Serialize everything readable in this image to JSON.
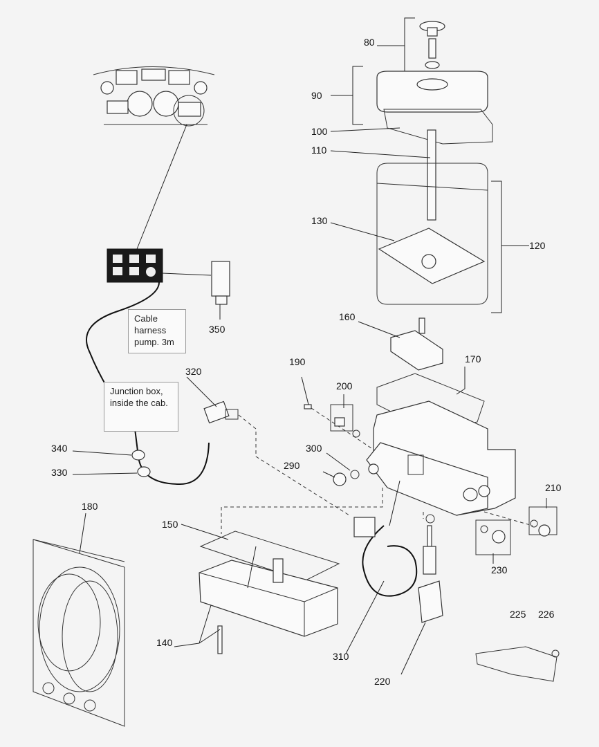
{
  "callouts": [
    "80",
    "90",
    "100",
    "110",
    "130",
    "120",
    "160",
    "170",
    "190",
    "200",
    "300",
    "290",
    "210",
    "230",
    "320",
    "350",
    "340",
    "330",
    "180",
    "150",
    "140",
    "310",
    "220",
    "225",
    "226"
  ],
  "notes": {
    "cable_harness": "Cable harness pump. 3m",
    "junction_box": "Junction box, inside the cab."
  }
}
